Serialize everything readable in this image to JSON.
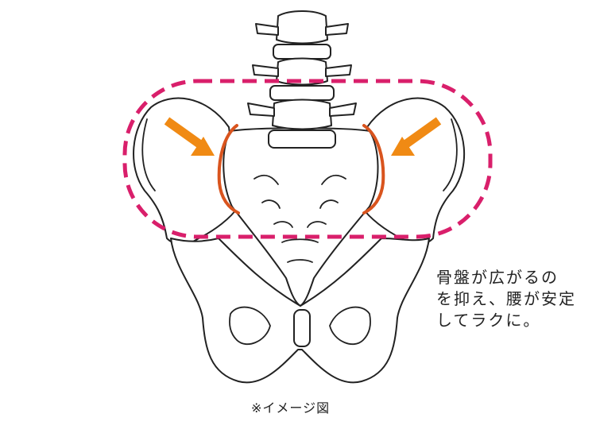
{
  "note": {
    "lines": [
      "骨盤が広がるの",
      "を抑え、腰が安定",
      "してラクに。"
    ]
  },
  "caption": "※イメージ図",
  "colors": {
    "highlight_dash": "#d91f6b",
    "arrow": "#f08a14",
    "joint_edge": "#d9541e",
    "line": "#222222"
  }
}
